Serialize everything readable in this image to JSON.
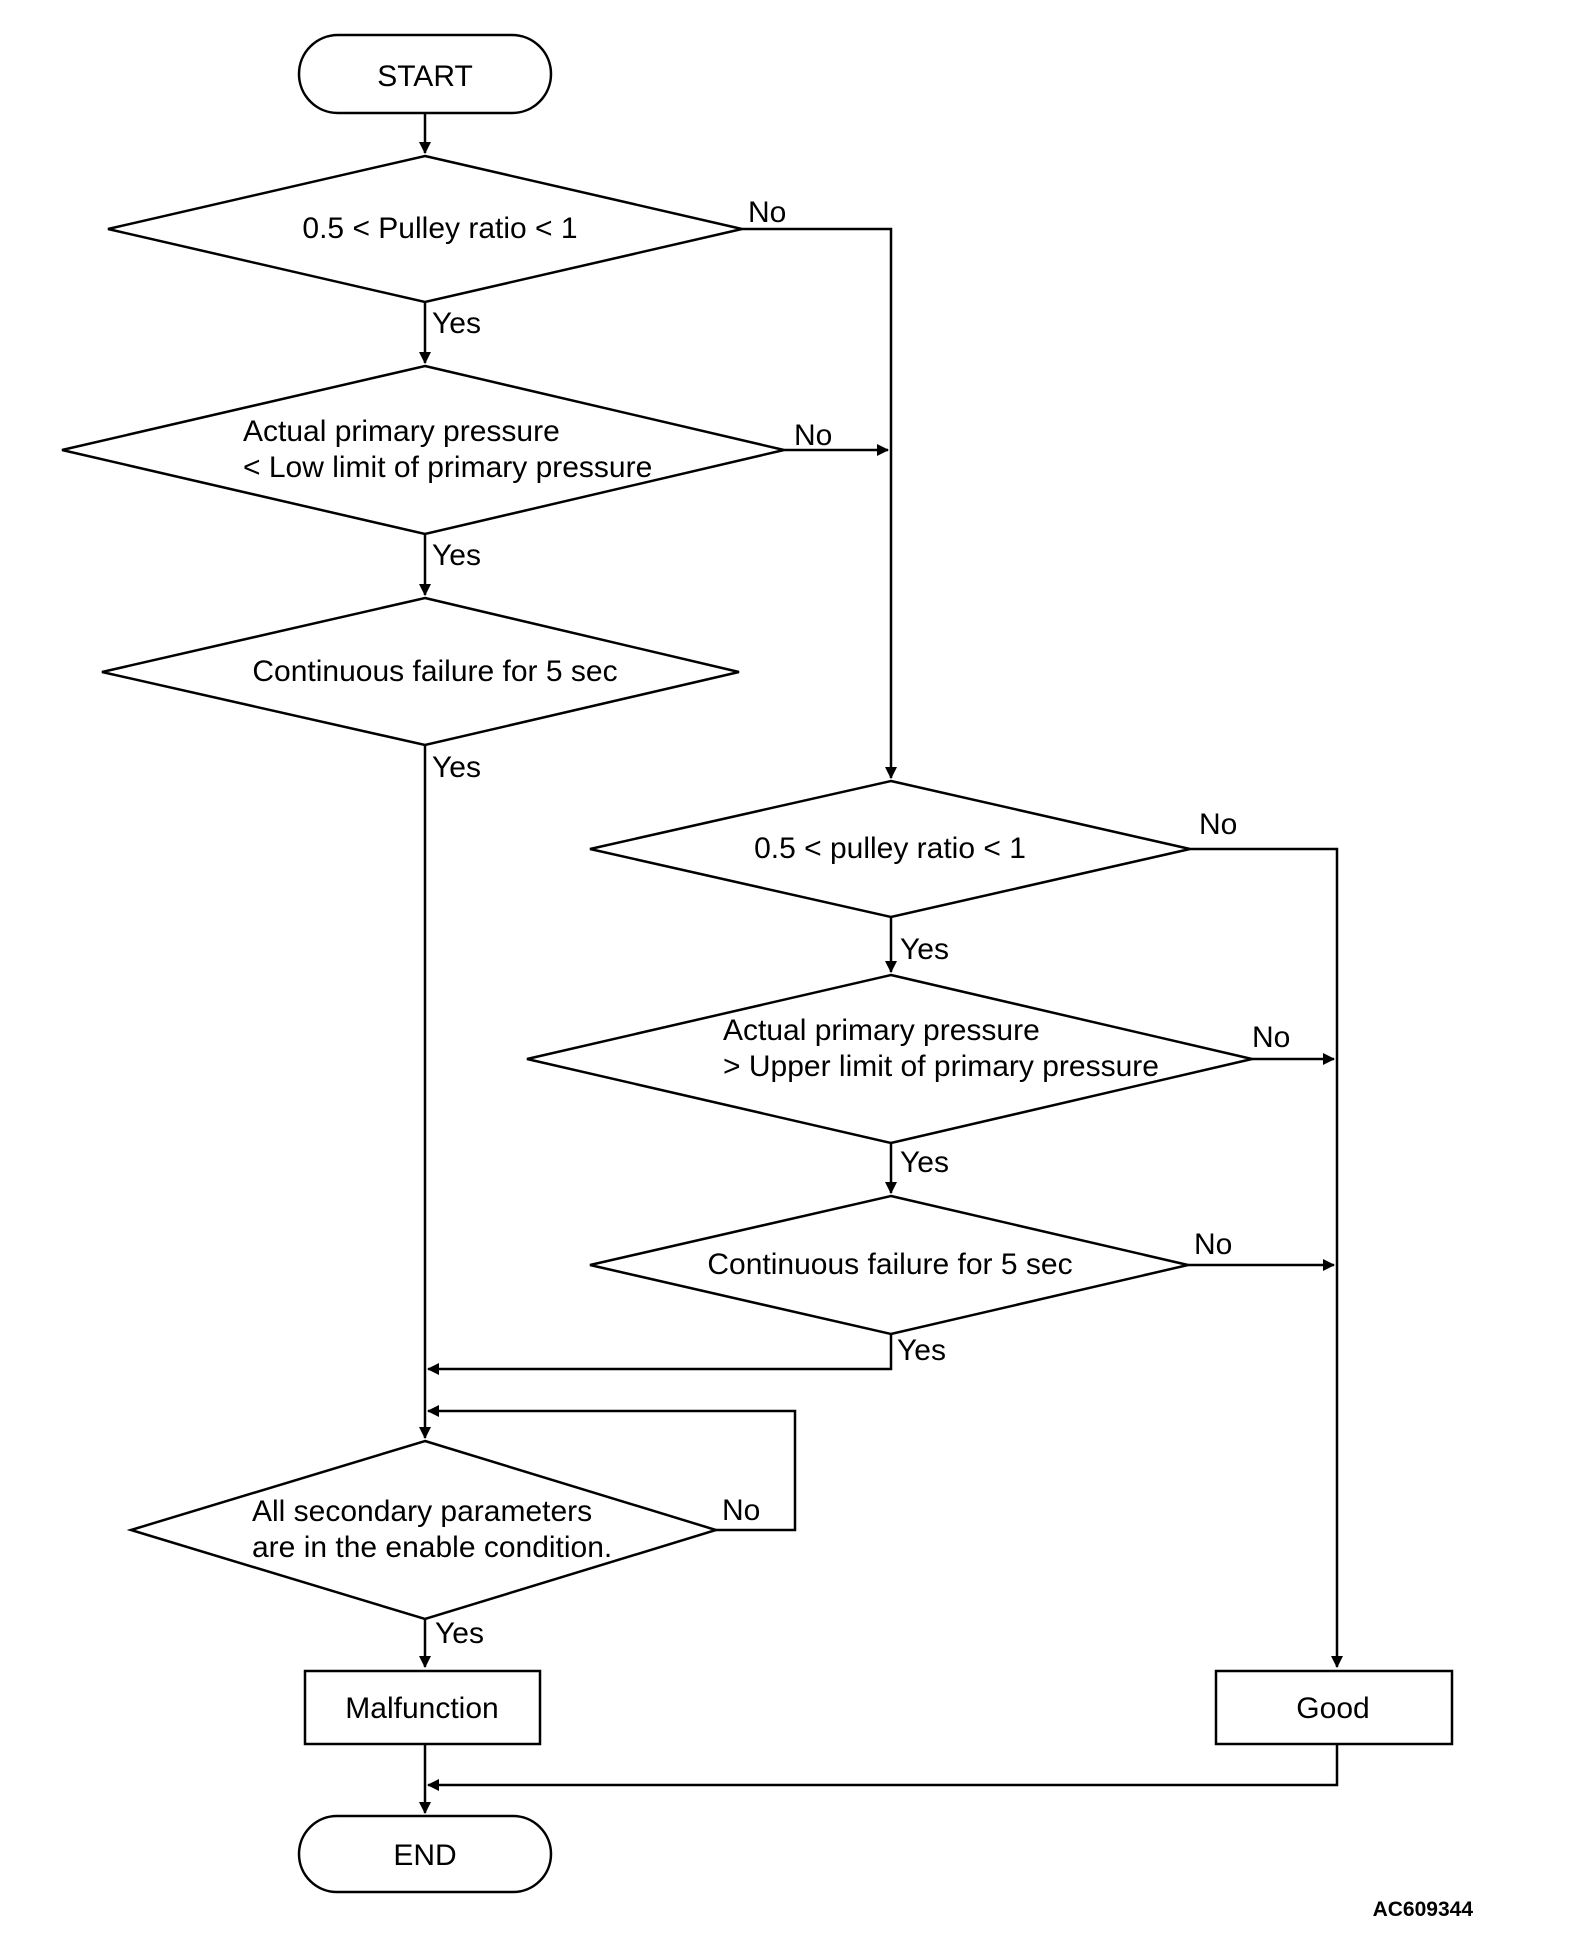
{
  "start": "START",
  "end": "END",
  "decisions": {
    "d1": "0.5 < Pulley ratio < 1",
    "d2_line1": "Actual primary pressure",
    "d2_line2": "< Low limit of primary pressure",
    "d3": "Continuous failure for 5 sec",
    "d4": "0.5 < pulley ratio < 1",
    "d5_line1": "Actual primary pressure",
    "d5_line2": "> Upper limit of primary pressure",
    "d6": "Continuous failure for 5 sec",
    "d7_line1": "All secondary parameters",
    "d7_line2": "are in the enable condition."
  },
  "results": {
    "malfunction": "Malfunction",
    "good": "Good"
  },
  "labels": {
    "yes": "Yes",
    "no": "No"
  },
  "reference_code": "AC609344"
}
